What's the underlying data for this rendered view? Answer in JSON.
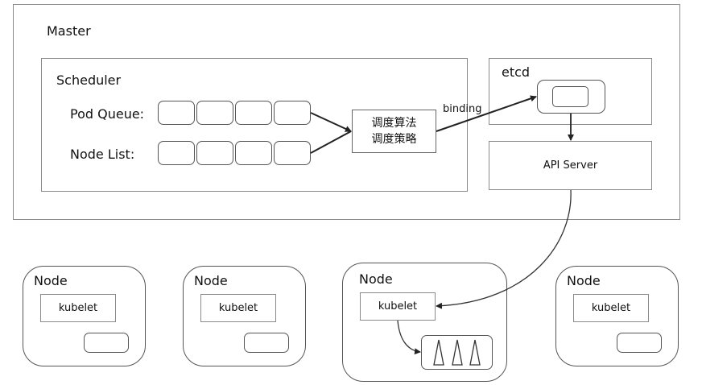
{
  "master": {
    "title": "Master",
    "scheduler": {
      "title": "Scheduler",
      "pod_queue_label": "Pod Queue:",
      "node_list_label": "Node List:",
      "pod_queue_slots": 4,
      "node_list_slots": 4,
      "algorithm_lines": [
        "调度算法",
        "调度策略"
      ]
    },
    "etcd": {
      "title": "etcd"
    },
    "api_server": {
      "title": "API Server"
    },
    "binding_label": "binding"
  },
  "nodes": [
    {
      "title": "Node",
      "kubelet": "kubelet",
      "pods": 0
    },
    {
      "title": "Node",
      "kubelet": "kubelet",
      "pods": 0
    },
    {
      "title": "Node",
      "kubelet": "kubelet",
      "pods": 3
    },
    {
      "title": "Node",
      "kubelet": "kubelet",
      "pods": 0
    }
  ],
  "colors": {
    "line": "#333333",
    "box_border": "#8a8a8a",
    "rounded_border": "#555555"
  }
}
